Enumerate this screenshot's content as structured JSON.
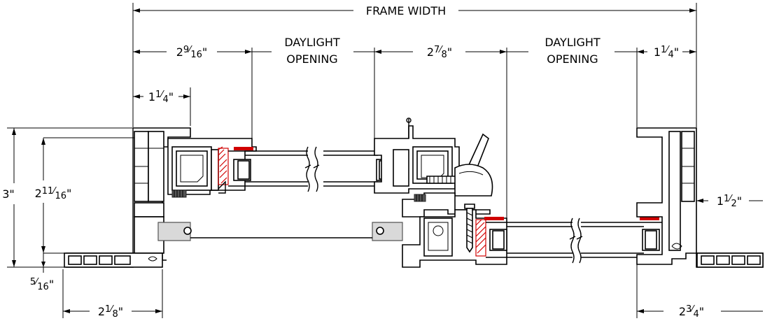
{
  "labels": {
    "frame_width": "FRAME WIDTH",
    "daylight_left_1": "DAYLIGHT",
    "daylight_left_2": "OPENING",
    "daylight_right_1": "DAYLIGHT",
    "daylight_right_2": "OPENING"
  },
  "dimensions": {
    "left_jamb_to_glass": {
      "whole": "2",
      "num": "9",
      "den": "16"
    },
    "meeting_rail": {
      "whole": "2",
      "num": "7",
      "den": "8"
    },
    "right_jamb_to_glass": {
      "whole": "1",
      "num": "1",
      "den": "4"
    },
    "left_frame_face": {
      "whole": "1",
      "num": "1",
      "den": "4"
    },
    "overall_depth": "3",
    "sash_depth": {
      "whole": "2",
      "num": "11",
      "den": "16"
    },
    "nailing_fin_offset": {
      "whole": "",
      "num": "5",
      "den": "16"
    },
    "left_fin": {
      "whole": "2",
      "num": "1",
      "den": "8"
    },
    "right_fin": {
      "whole": "2",
      "num": "3",
      "den": "4"
    },
    "right_side_depth": {
      "whole": "1",
      "num": "1",
      "den": "2"
    }
  },
  "colors": {
    "line": "#000000",
    "gasket_red": "#d00000",
    "weatherstrip_gray": "#d9d9d9"
  }
}
